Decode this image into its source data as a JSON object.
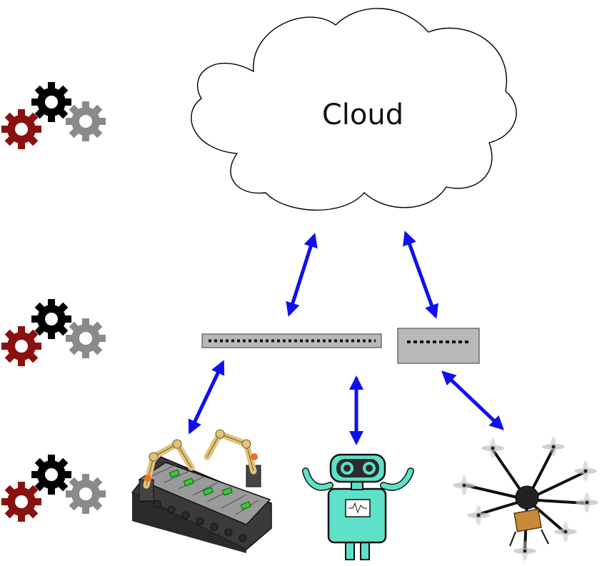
{
  "cloud": {
    "label": "Cloud"
  },
  "colors": {
    "arrow": "#1010ee",
    "gear_red": "#8b1010",
    "gear_black": "#000000",
    "gear_gray": "#8a8a8a",
    "switch_fill": "#b8b8b8",
    "robot_body": "#5fe0c8"
  },
  "tiers": [
    {
      "name": "cloud-tier",
      "icon": "gears-icon"
    },
    {
      "name": "edge-tier",
      "icon": "gears-icon"
    },
    {
      "name": "device-tier",
      "icon": "gears-icon"
    }
  ],
  "devices": [
    "factory-conveyor",
    "robot",
    "drone"
  ],
  "network": [
    "large-network-switch",
    "small-network-switch"
  ]
}
